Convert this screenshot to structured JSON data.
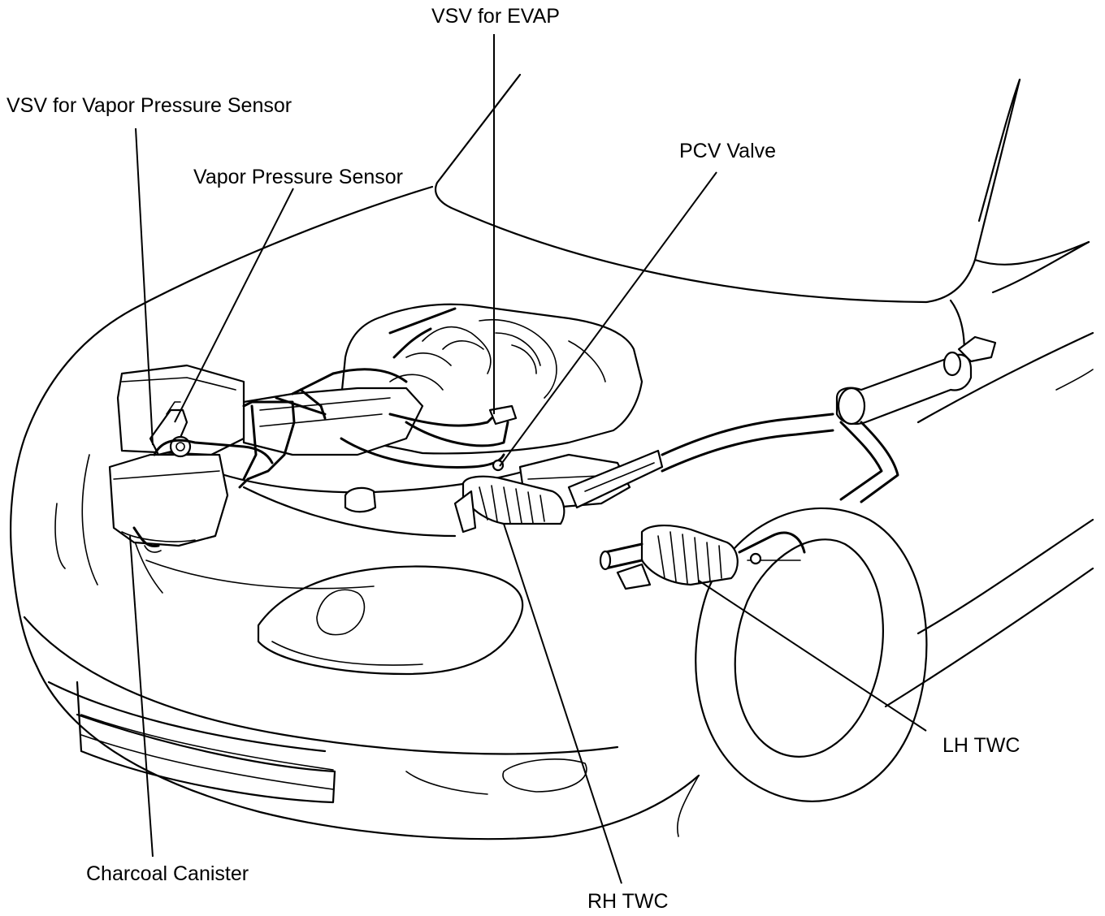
{
  "labels": {
    "vsv_evap": "VSV for EVAP",
    "vsv_vapor_pressure_sensor": "VSV for Vapor Pressure Sensor",
    "vapor_pressure_sensor": "Vapor Pressure Sensor",
    "pcv_valve": "PCV Valve",
    "lh_twc": "LH TWC",
    "charcoal_canister": "Charcoal Canister",
    "rh_twc": "RH TWC"
  }
}
